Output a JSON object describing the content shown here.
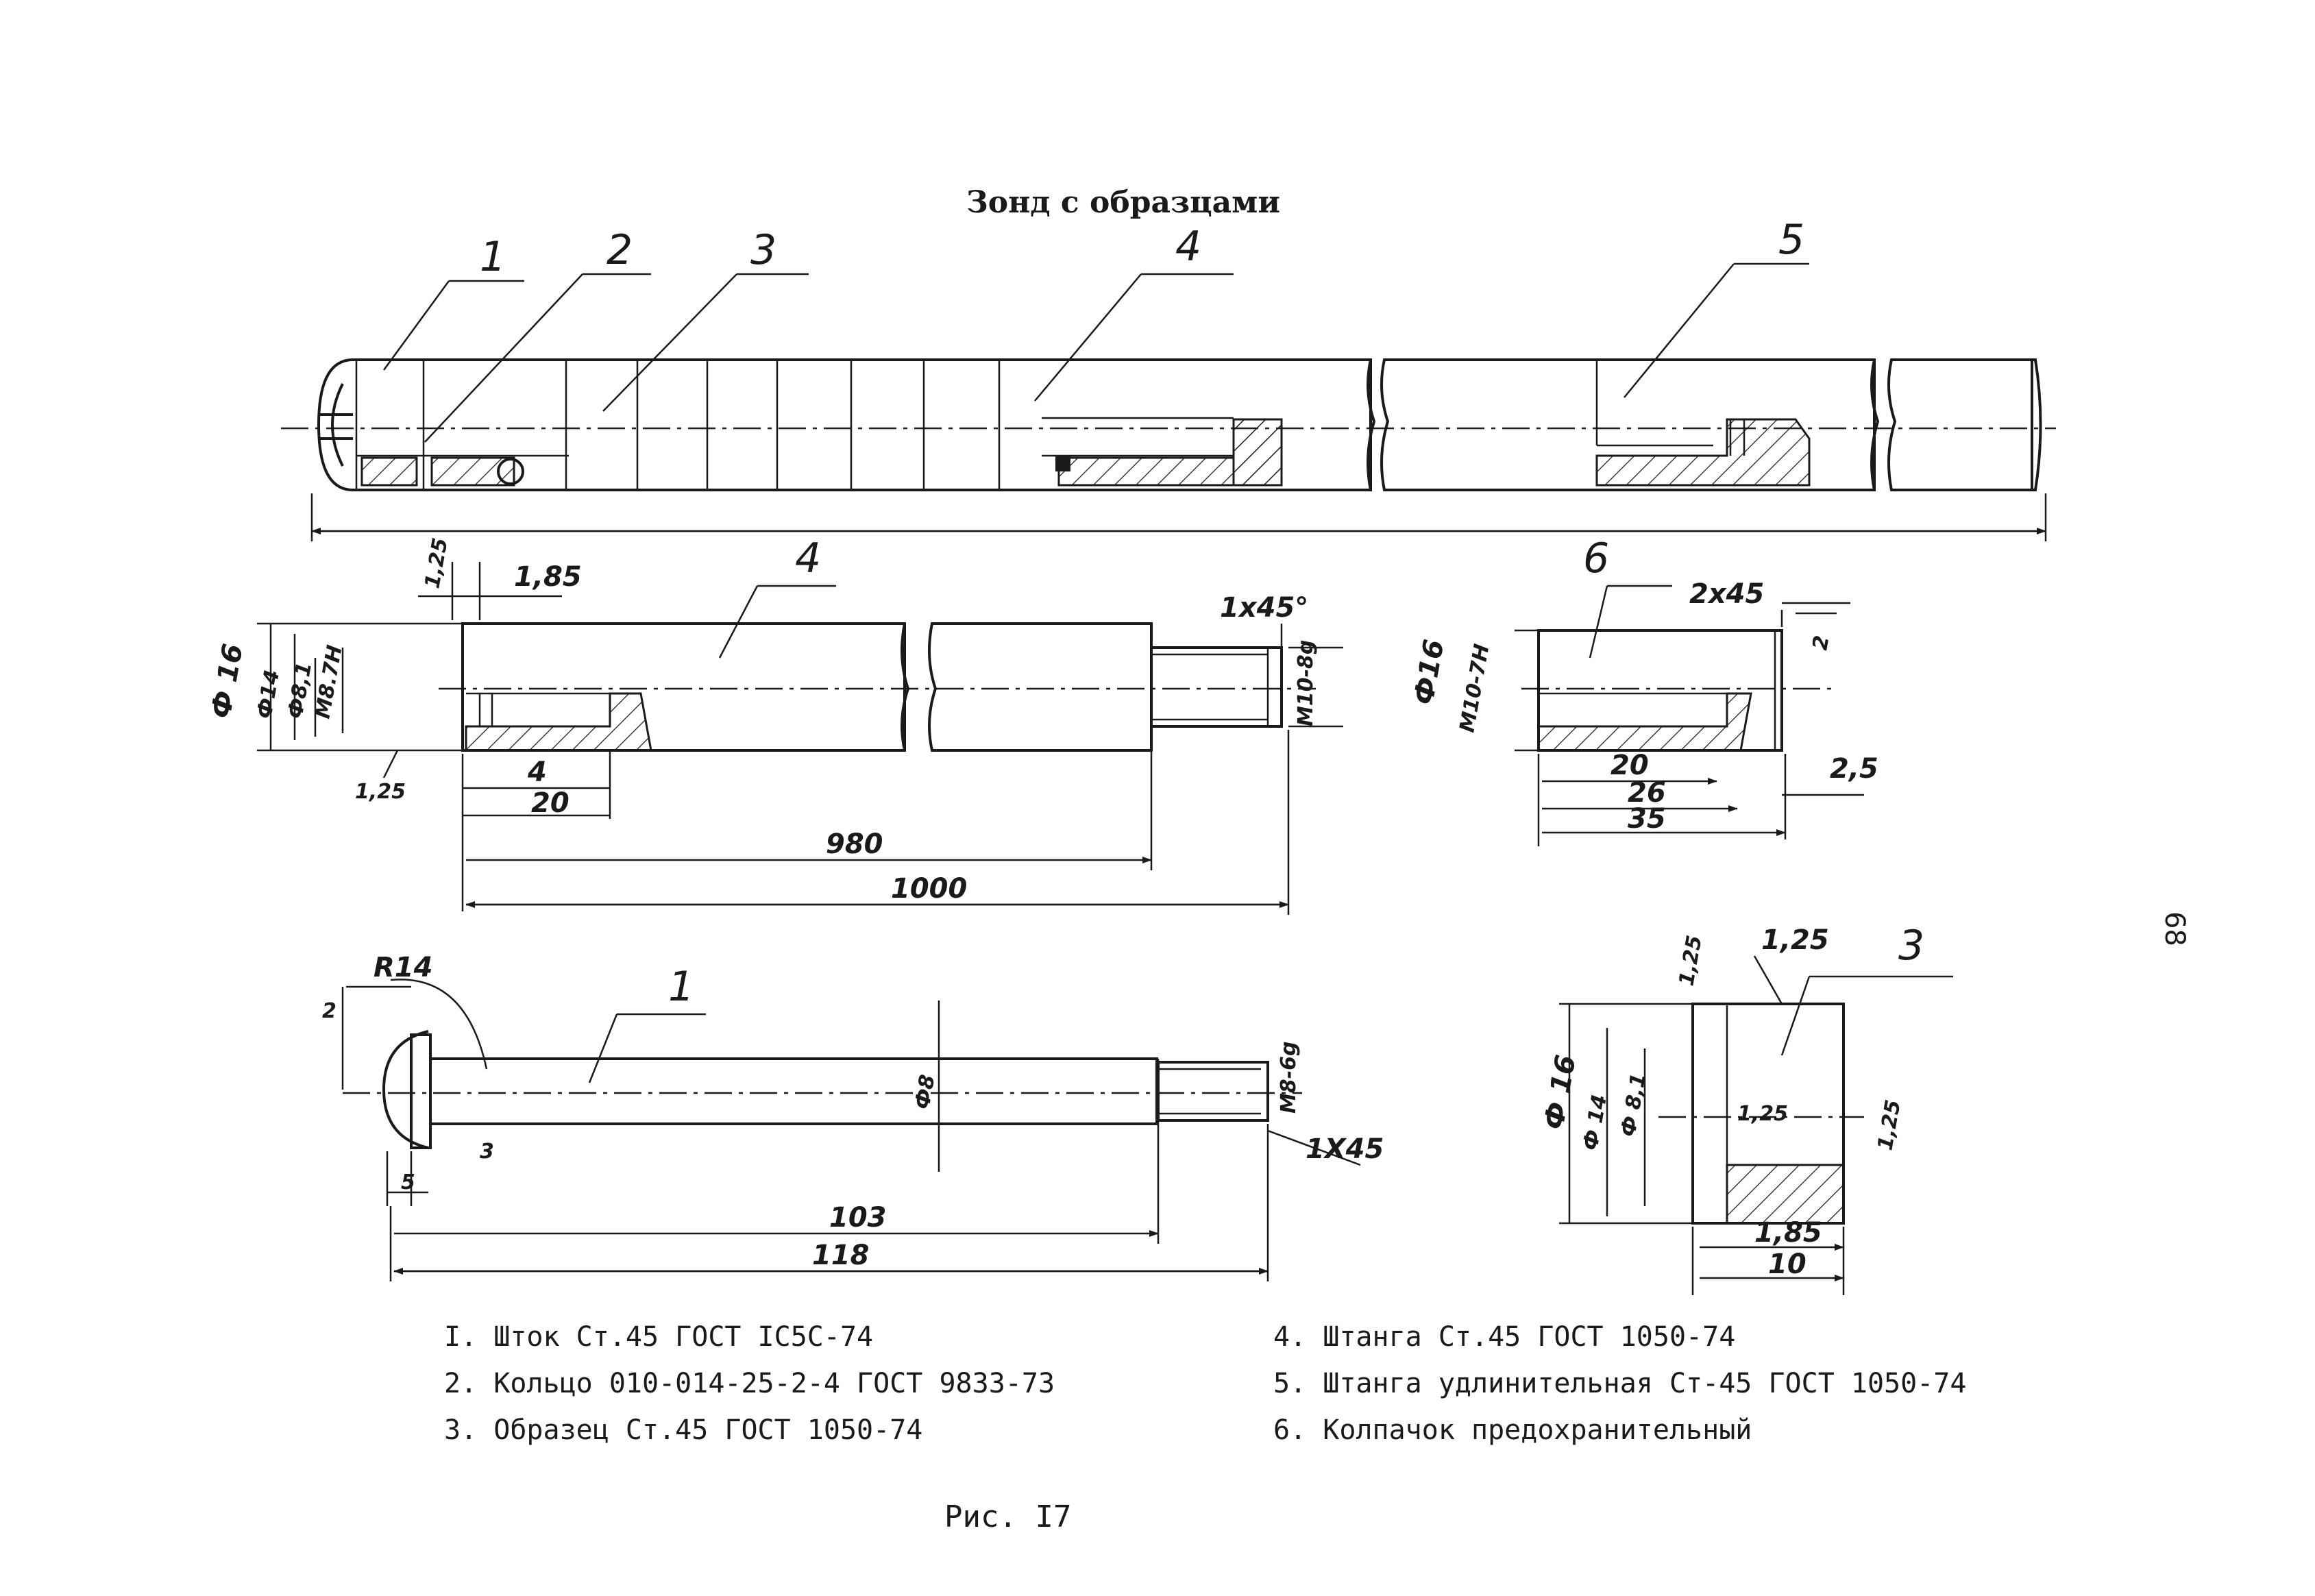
{
  "title": "Зонд с образцами",
  "page_number": "68",
  "caption": "Рис. I7",
  "positions": {
    "p1": "1",
    "p2": "2",
    "p3": "3",
    "p4": "4",
    "p5": "5",
    "p6": "6"
  },
  "dims": {
    "d1_25": "1,25",
    "d1_85": "1,85",
    "phi16": "Ф 16",
    "phi14": "Ф14",
    "phi8_1": "Ф8,1",
    "m8": "М8.7Н",
    "chamfer1": "1х45°",
    "m10": "М10-8g",
    "d4": "4",
    "d20": "20",
    "d980": "980",
    "d1000": "1000",
    "cap_chamfer": "2х45",
    "cap_phi16": "Ф16",
    "cap_m10": "М10-7Н",
    "cap_2": "2",
    "cap_20": "20",
    "cap_26": "26",
    "cap_35": "35",
    "cap_2_5": "2,5",
    "r14": "R14",
    "d2": "2",
    "d3": "3",
    "d5": "5",
    "phi8": "Ф8",
    "m8_6g": "М8-6g",
    "chamfer_1x45": "1Х45",
    "d103": "103",
    "d118": "118",
    "s_1_25a": "1,25",
    "s_1_25b": "1,25",
    "s_1_25c": "1,25",
    "s_1_25d": "1,25",
    "s_phi16": "Ф 16",
    "s_phi14": "Ф 14",
    "s_phi8_1": "Ф 8,1",
    "s_1_85": "1,85",
    "s_10": "10"
  },
  "legend": {
    "left": [
      "I. Шток Ст.45 ГОСТ IC5C-74",
      "2. Кольцо 010-014-25-2-4 ГОСТ 9833-73",
      "3. Образец Ст.45 ГОСТ 1050-74"
    ],
    "right": [
      "4. Штанга Ст.45 ГОСТ 1050-74",
      "5. Штанга удлинительная Ст-45 ГОСТ 1050-74",
      "6. Колпачок предохранительный"
    ]
  }
}
